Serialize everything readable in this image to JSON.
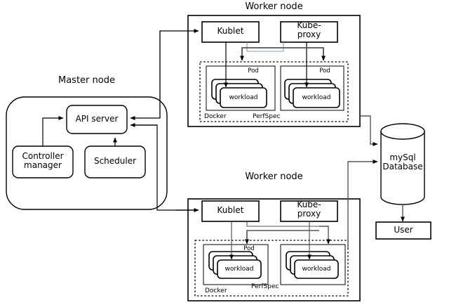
{
  "diagram": {
    "type": "architecture-diagram",
    "title_master": "Master node",
    "title_worker_top": "Worker node",
    "title_worker_bottom": "Worker node",
    "colors": {
      "stroke": "#000000",
      "connector": "#666666",
      "connector_blue": "#7a9ec2",
      "fill": "#ffffff"
    },
    "master": {
      "label": "Master node",
      "components": [
        {
          "id": "api-server",
          "label": "API server"
        },
        {
          "id": "controller-manager",
          "label": "Controller\nmanager"
        },
        {
          "id": "scheduler",
          "label": "Scheduler"
        }
      ]
    },
    "workers": [
      {
        "id": "worker-top",
        "label": "Worker node",
        "kublet": "Kublet",
        "kube_proxy": "Kube-\nproxy",
        "runtime_label": "PerfSpec",
        "container_label": "Docker",
        "pods": [
          {
            "pod_label": "Pod",
            "workload_label": "workload"
          },
          {
            "pod_label": "Pod",
            "workload_label": "workload"
          }
        ]
      },
      {
        "id": "worker-bottom",
        "label": "Worker node",
        "kublet": "Kublet",
        "kube_proxy": "Kube-\nproxy",
        "runtime_label": "PerfSpec",
        "container_label": "Docker",
        "pods": [
          {
            "pod_label": "Pod",
            "workload_label": "workload"
          },
          {
            "pod_label": "Pod",
            "workload_label": "workload"
          }
        ]
      }
    ],
    "database": {
      "label": "mySql\nDatabase",
      "shape": "cylinder"
    },
    "user": {
      "label": "User",
      "shape": "rectangle"
    }
  }
}
